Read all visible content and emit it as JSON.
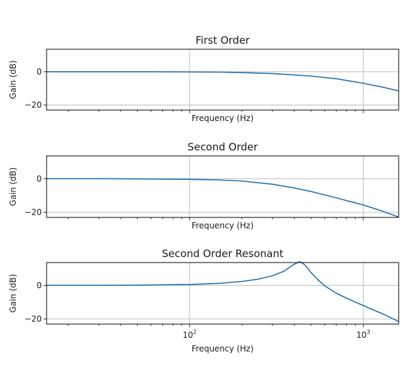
{
  "colors": {
    "line": "#1f6fb2",
    "grid": "#b0b0b0"
  },
  "chart_data": [
    {
      "type": "line",
      "title": "First Order",
      "xlabel": "Frequency (Hz)",
      "ylabel": "Gain (dB)",
      "x_scale": "log",
      "xlim": [
        15,
        1600
      ],
      "ylim": [
        -23,
        13.5
      ],
      "yticks": [
        0,
        -20
      ],
      "ytick_labels": [
        "0",
        "−20"
      ],
      "xticks": [
        100,
        1000
      ],
      "xtick_labels": [],
      "grid": true,
      "series": [
        {
          "x": [
            15,
            30,
            60,
            100,
            150,
            200,
            300,
            400,
            500,
            700,
            1000,
            1300,
            1600
          ],
          "y": [
            0,
            0,
            0,
            -0.1,
            -0.2,
            -0.5,
            -1.1,
            -1.9,
            -2.6,
            -4.2,
            -6.9,
            -9.3,
            -11.5
          ]
        }
      ]
    },
    {
      "type": "line",
      "title": "Second Order",
      "xlabel": "Frequency (Hz)",
      "ylabel": "Gain (dB)",
      "x_scale": "log",
      "xlim": [
        15,
        1600
      ],
      "ylim": [
        -23,
        13.5
      ],
      "yticks": [
        0,
        -20
      ],
      "ytick_labels": [
        "0",
        "−20"
      ],
      "xticks": [
        100,
        1000
      ],
      "xtick_labels": [],
      "grid": true,
      "series": [
        {
          "x": [
            15,
            30,
            60,
            100,
            150,
            200,
            300,
            400,
            500,
            700,
            1000,
            1300,
            1600
          ],
          "y": [
            0,
            0,
            -0.2,
            -0.4,
            -0.8,
            -1.4,
            -3.3,
            -5.5,
            -7.6,
            -11.4,
            -15.6,
            -19.4,
            -22.8
          ]
        }
      ]
    },
    {
      "type": "line",
      "title": "Second Order Resonant",
      "xlabel": "Frequency (Hz)",
      "ylabel": "Gain (dB)",
      "x_scale": "log",
      "xlim": [
        15,
        1600
      ],
      "ylim": [
        -23,
        13.5
      ],
      "yticks": [
        0,
        -20
      ],
      "ytick_labels": [
        "0",
        "−20"
      ],
      "xticks": [
        100,
        1000
      ],
      "xtick_labels": [
        {
          "base": "10",
          "exp": "2"
        },
        {
          "base": "10",
          "exp": "3"
        }
      ],
      "grid": true,
      "series": [
        {
          "x": [
            15,
            30,
            50,
            100,
            150,
            200,
            250,
            300,
            350,
            400,
            430,
            450,
            470,
            500,
            550,
            600,
            700,
            800,
            1000,
            1300,
            1600
          ],
          "y": [
            0,
            0,
            0.1,
            0.5,
            1.2,
            2.3,
            3.7,
            5.7,
            8.4,
            12.5,
            14.0,
            13.0,
            11.2,
            7.6,
            3.2,
            -0.3,
            -4.7,
            -7.6,
            -12.0,
            -17.0,
            -21.5
          ]
        }
      ]
    }
  ]
}
